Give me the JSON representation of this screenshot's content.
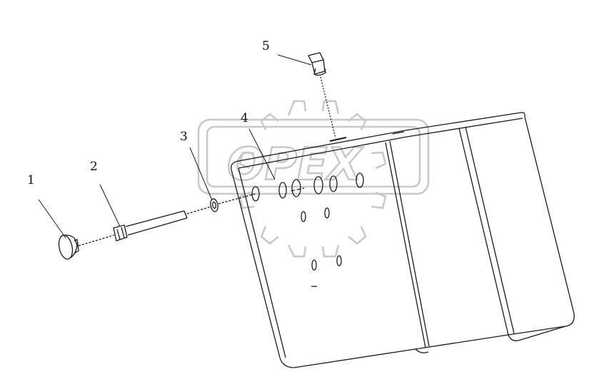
{
  "watermark": {
    "text": "OPEX",
    "color": "#c8c8c8"
  },
  "colors": {
    "line": "#1a1a1a"
  },
  "callouts": [
    {
      "label": "1"
    },
    {
      "label": "2"
    },
    {
      "label": "3"
    },
    {
      "label": "4"
    },
    {
      "label": "5"
    }
  ]
}
